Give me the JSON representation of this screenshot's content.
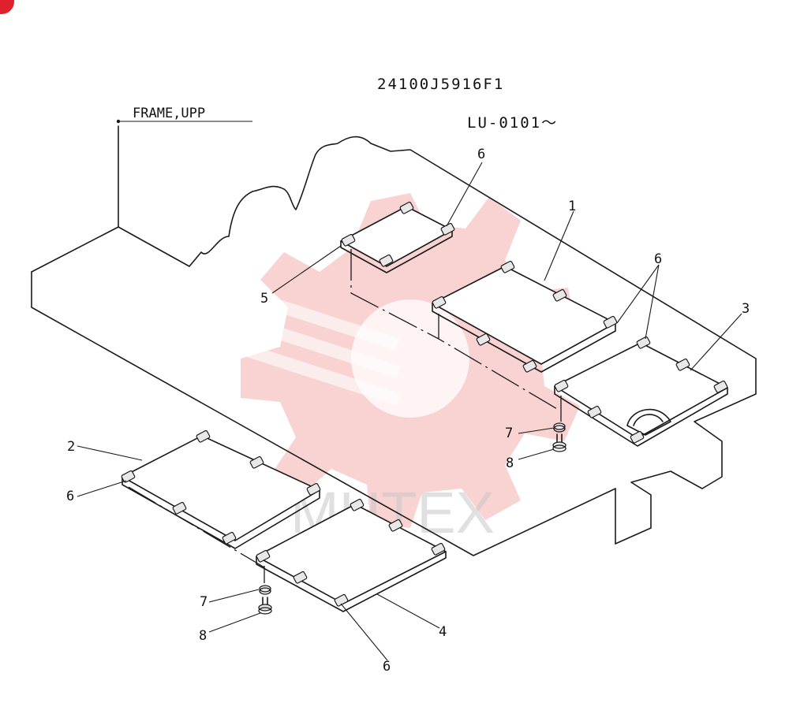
{
  "header": {
    "part_number": "24100J5916F1",
    "serial_range": "LU-0101～",
    "frame_label": "FRAME,UPP"
  },
  "callouts": [
    "1",
    "2",
    "3",
    "4",
    "5",
    "6",
    "6",
    "6",
    "6",
    "6",
    "7",
    "7",
    "8",
    "8"
  ],
  "watermark": {
    "text": "MHTEX",
    "color": "#f4a6a6"
  },
  "corner_mark_color": "#e0202a"
}
